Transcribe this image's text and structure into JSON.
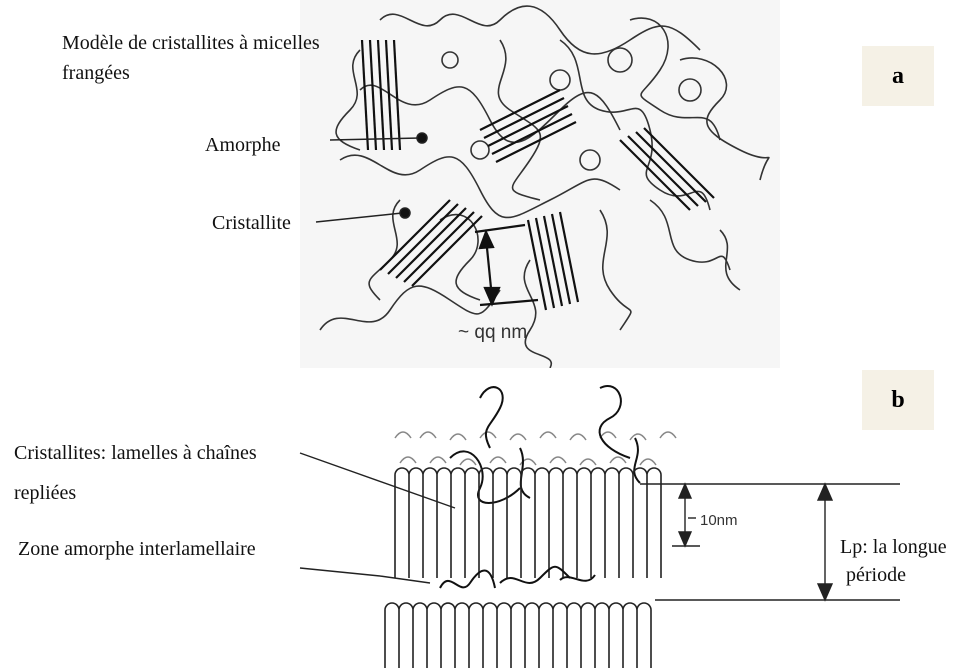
{
  "panel_a": {
    "tag": "a",
    "title_line1": "Modèle de cristallites à micelles",
    "title_line2": "frangées",
    "amorphe": "Amorphe",
    "cristallite": "Cristallite",
    "scale": "~ qq nm"
  },
  "panel_b": {
    "tag": "b",
    "cristallites_line1": "Cristallites: lamelles à chaînes",
    "cristallites_line2": "repliées",
    "zone": "Zone amorphe interlamellaire",
    "ten_nm": "10nm",
    "lp_line1": "Lp: la longue",
    "lp_line2": "période"
  },
  "colors": {
    "ink": "#111111",
    "tag_bg": "#f5f1e6",
    "panel_a_bg": "#f6f6f6"
  }
}
